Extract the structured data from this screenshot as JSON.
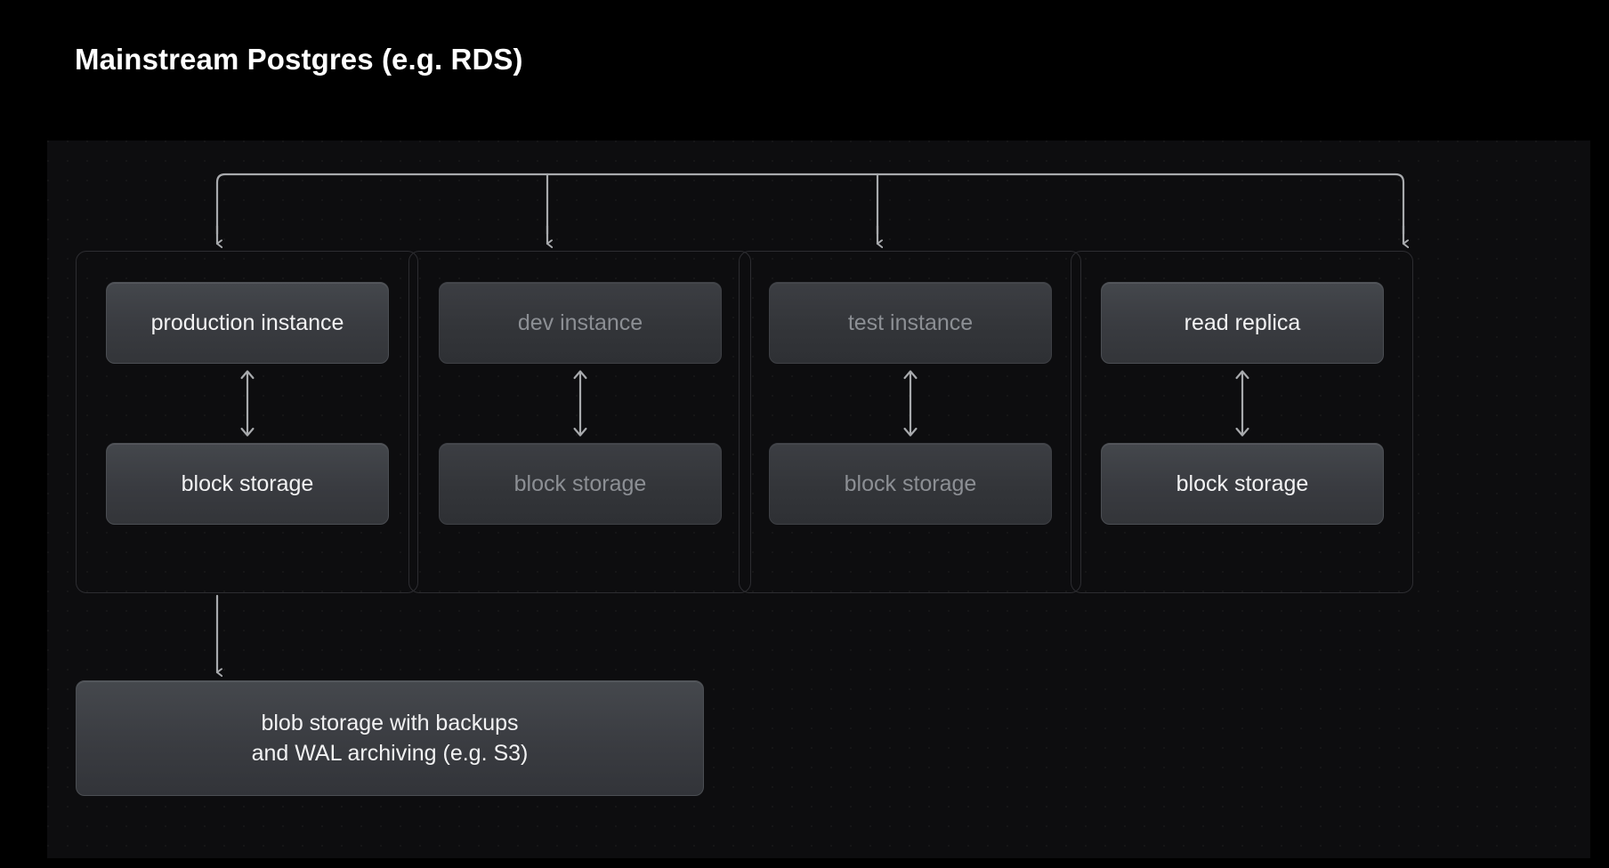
{
  "title": "Mainstream Postgres (e.g. RDS)",
  "colors": {
    "background": "#000000",
    "panel": "#0d0d0f",
    "group_border": "#2d2d31",
    "card_fill": "#3a3c41",
    "card_border": "#4b4e53",
    "text_active": "#f2f2f3",
    "text_dim": "#8c8f94",
    "connector": "#a8aaad"
  },
  "columns": [
    {
      "id": "production",
      "state": "active",
      "instance_label": "production instance",
      "storage_label": "block storage",
      "link_arrow": "double-headed-vertical-arrow"
    },
    {
      "id": "dev",
      "state": "dimmed",
      "instance_label": "dev instance",
      "storage_label": "block storage",
      "link_arrow": "double-headed-vertical-arrow"
    },
    {
      "id": "test",
      "state": "dimmed",
      "instance_label": "test instance",
      "storage_label": "block storage",
      "link_arrow": "double-headed-vertical-arrow"
    },
    {
      "id": "read-replica",
      "state": "active",
      "instance_label": "read replica",
      "storage_label": "block storage",
      "link_arrow": "double-headed-vertical-arrow"
    }
  ],
  "blob_storage": {
    "line1": "blob storage with backups",
    "line2": "and WAL archiving (e.g. S3)"
  },
  "connectors": {
    "bus": "horizontal-distribution-bus",
    "arrow_down": "arrow-down-icon",
    "backup_arrow": "arrow-down-icon"
  }
}
